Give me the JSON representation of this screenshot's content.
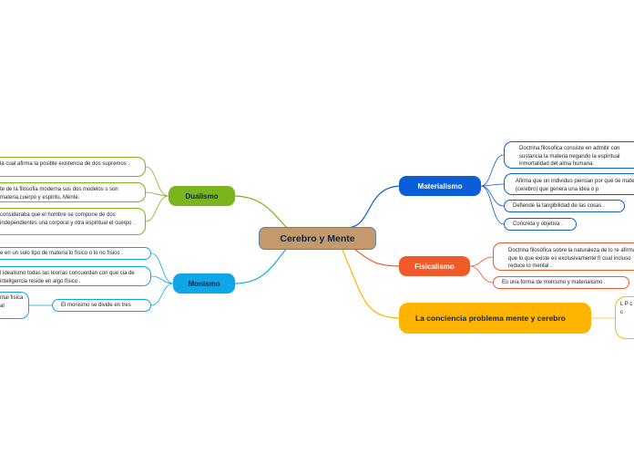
{
  "central": {
    "label": "Cerebro y Mente",
    "color": "#c49a6c"
  },
  "branches": {
    "dualismo": {
      "label": "Dualismo",
      "color": "#7ab51d",
      "items": [
        "la cual afirma la posible existencia de dos supremos .",
        "te de la filosofia moderna sus dos modelos s son materia,cuerpo y espiritu, Mente.",
        "consideraba que el hombre se compone de dos independientes una corporal y otra espiritual el cuerpo ."
      ]
    },
    "monismo": {
      "label": "Monismo",
      "color": "#0ea5e9",
      "items": [
        "e en un solo tipo de materia lo físico o lo no físico .",
        "l idealismo todas las teorías concuerdan con que cia de inteligencia reside en algo físico ."
      ],
      "sub": {
        "label": "El monismo se divide en tres",
        "children": "ntal física al"
      }
    },
    "materialismo": {
      "label": "Materialismo",
      "color": "#0b5ed7",
      "items": [
        "Doctrina filosofica consiste en admitir con sustancia la materia negando la espiritual inmortalidad del alma humana.",
        "Afirma que un individuo piensan por qué tie materia (cerebro) que genera una idea o p",
        "Defiende la tangibilidad de las cosas .",
        "Concreta y objetiva ."
      ]
    },
    "fisicalismo": {
      "label": "Fisicalismo",
      "color": "#f05a28",
      "items": [
        "Doctrina filosófica sobre la naturaleza de lo re afirma que lo que existe es exclusivamente fí cual incluso reduce lo mental .",
        "Es una forma de monismo y materialismo ."
      ]
    },
    "conciencia": {
      "label": "La conciencia problema mente y cerebro",
      "color": "#ffb400",
      "items": [
        "L P c s c"
      ]
    }
  }
}
